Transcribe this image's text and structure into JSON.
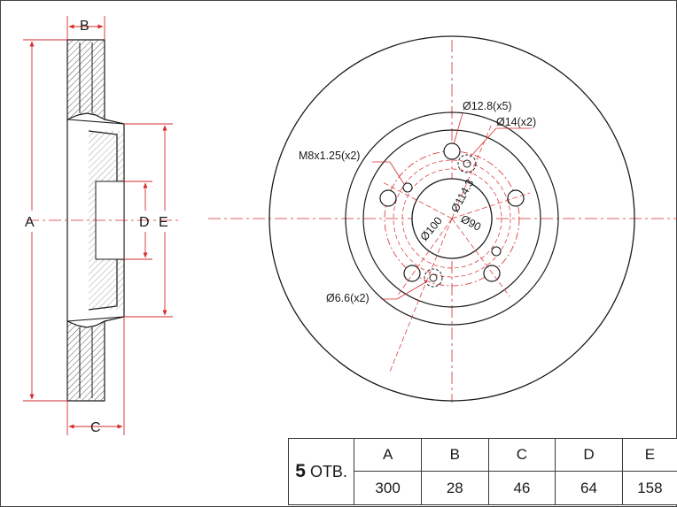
{
  "side_view": {
    "dim_A": "A",
    "dim_B": "B",
    "dim_C": "C",
    "dim_D": "D",
    "dim_E": "E"
  },
  "front_view": {
    "callout_holes": "Ø12.8(x5)",
    "callout_14": "Ø14(x2)",
    "callout_thread": "M8x1.25(x2)",
    "callout_66": "Ø6.6(x2)",
    "pcd": "Ø114.3",
    "bore": "Ø100",
    "hub": "Ø90"
  },
  "spec_table": {
    "holes_number": "5",
    "holes_suffix": "ОТВ.",
    "headers": [
      "A",
      "B",
      "C",
      "D",
      "E"
    ],
    "values": [
      "300",
      "28",
      "46",
      "64",
      "158"
    ]
  },
  "colors": {
    "outline": "#1a1a1a",
    "dimension": "#d62b2b",
    "hatch": "#555555"
  }
}
